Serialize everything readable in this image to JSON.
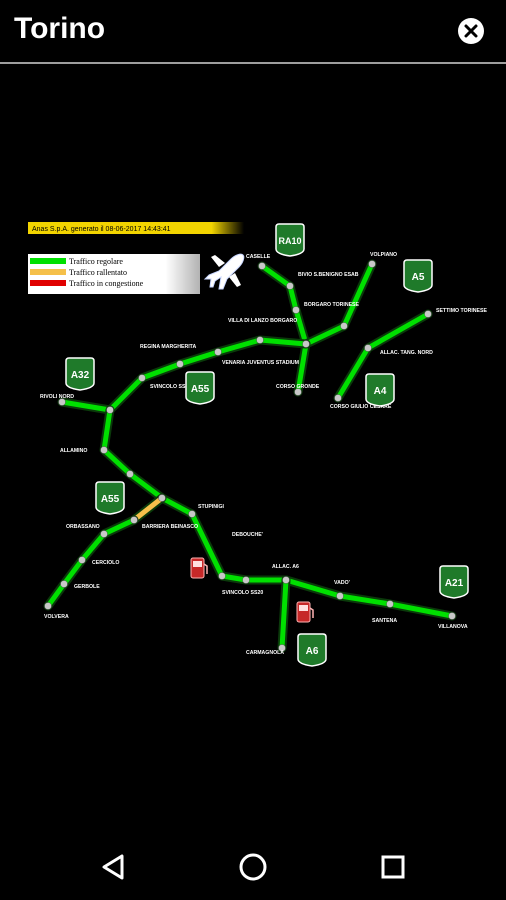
{
  "window": {
    "title": "Torino"
  },
  "map": {
    "banner": "Anas S.p.A. generato il 08-06-2017 14:43:41",
    "legend": [
      {
        "label": "Traffico regolare",
        "color": "#00e000"
      },
      {
        "label": "Traffico rallentato",
        "color": "#f5c04a"
      },
      {
        "label": "Traffico in congestione",
        "color": "#e00000"
      }
    ],
    "road_color": "#00e000",
    "slow_color": "#f5c04a",
    "node_color": "#c8c8c8",
    "shield_color": "#1f7a2a",
    "shields": [
      "RA10",
      "A5",
      "A32",
      "A55",
      "A4",
      "A55",
      "A21",
      "A6"
    ],
    "labels": [
      "CASELLE",
      "BIVIO S.BENIGNO ESAB",
      "BORGARO TORINESE",
      "VOLPIANO",
      "SETTIMO TORINESE",
      "ALLAC. TANG. NORD",
      "VILLA DI LANZO BORGARO",
      "REGINA MARGHERITA",
      "SVINCOLO SS24",
      "VENARIA JUVENTUS STADIUM",
      "CORSO GRONDE",
      "CORSO GIULIO CESARE",
      "RIVOLI NORD",
      "ALLAMINO",
      "STUPINIGI",
      "ORBASSANO",
      "BARRIERA BEINASCO",
      "DEBOUCHE'",
      "CERCIOLO",
      "GERBOLE",
      "VOLVERA",
      "ALLAC. A6",
      "SVINCOLO SS20",
      "VADO'",
      "SANTENA",
      "VILLANOVA",
      "CARMAGNOLA"
    ]
  },
  "navbar": {
    "back_icon": "back-triangle-icon",
    "home_icon": "home-circle-icon",
    "recents_icon": "recents-square-icon"
  }
}
